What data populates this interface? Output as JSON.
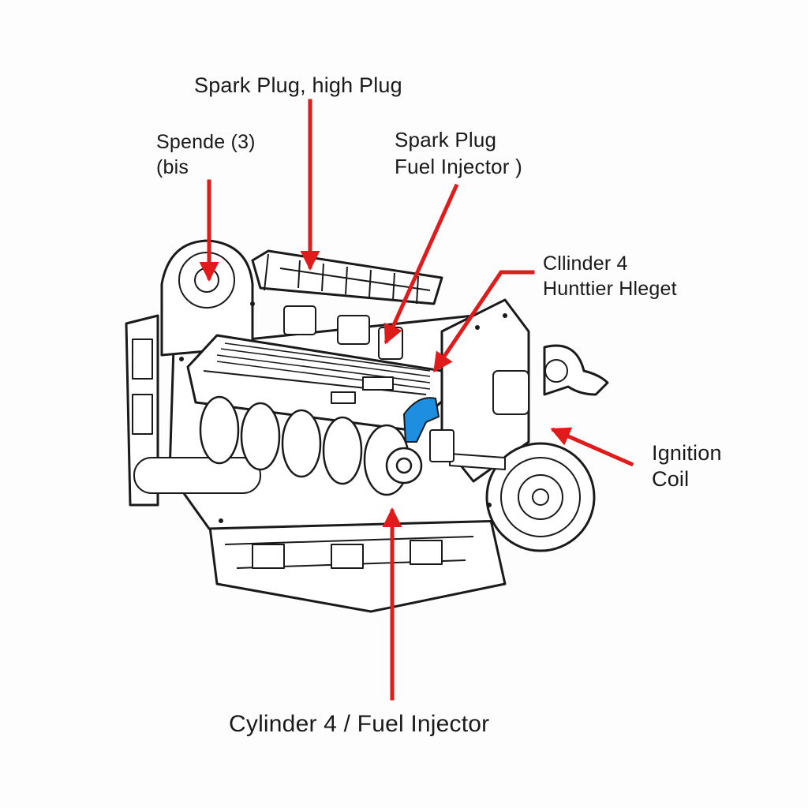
{
  "diagram": {
    "colors": {
      "arrow": "#e01b1b",
      "highlight": "#1e8fe0",
      "line": "#1a1a1a",
      "background": "#fdfdfd"
    },
    "labels": {
      "top_center": "Spark Plug, high Plug",
      "top_left_line1": "Spende (3)",
      "top_left_line2": "(bis",
      "center_line1": "Spark Plug",
      "center_line2": "Fuel Injector )",
      "right_upper_line1": "Cllinder 4",
      "right_upper_line2": "Hunttier Hleget",
      "right_lower_line1": "Ignition",
      "right_lower_line2": "Coil",
      "bottom": "Cylinder 4  / Fuel Injector"
    }
  }
}
